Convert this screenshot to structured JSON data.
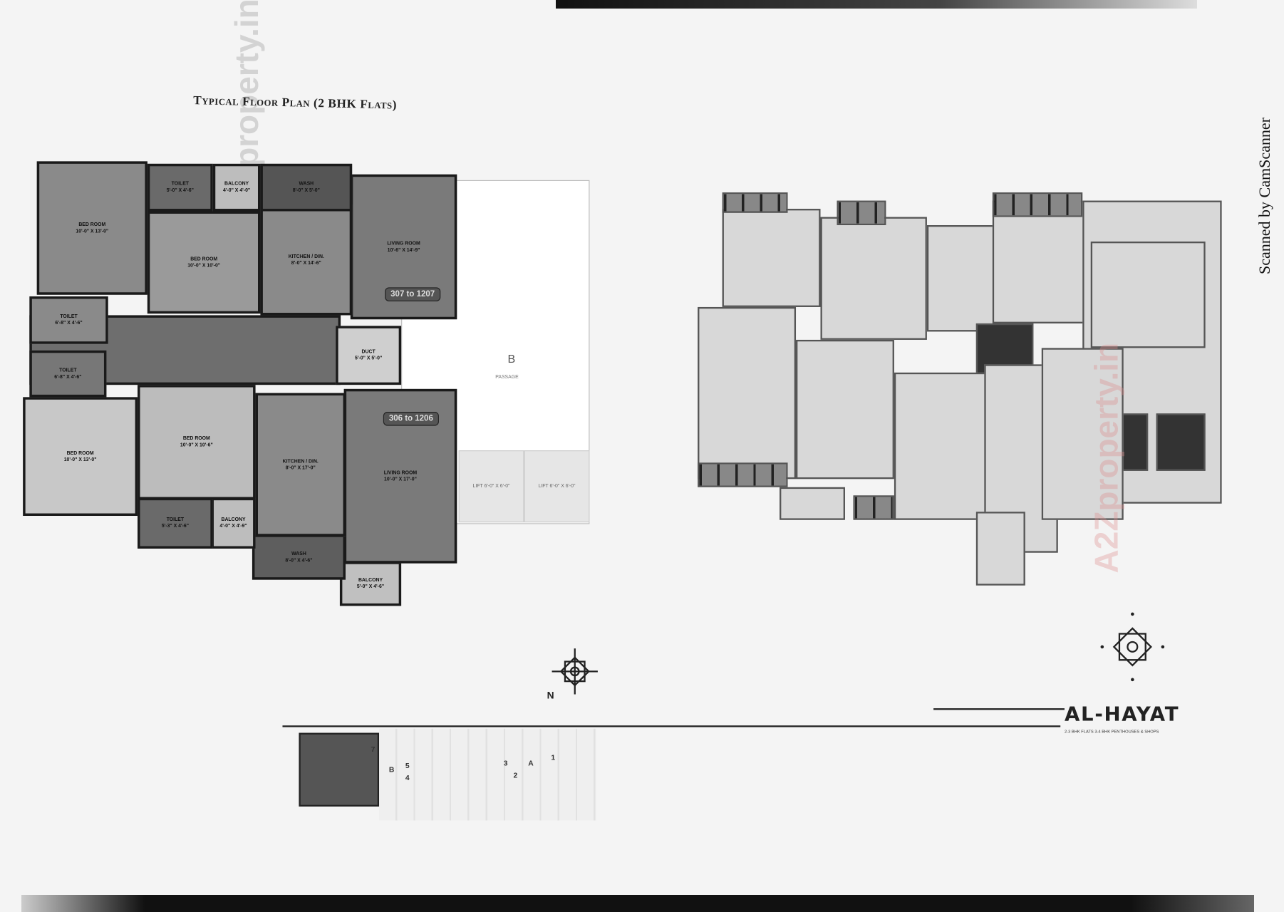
{
  "title": "Typical Floor Plan (2 BHK Flats)",
  "floor_plan": {
    "rooms": [
      {
        "name": "BED ROOM",
        "dims": "10'-0\" X 13'-0\""
      },
      {
        "name": "TOILET",
        "dims": "5'-0\" X 4'-6\""
      },
      {
        "name": "BALCONY",
        "dims": "4'-0\" X 4'-0\""
      },
      {
        "name": "WASH",
        "dims": "8'-0\" X 5'-0\""
      },
      {
        "name": "BED ROOM",
        "dims": "10'-0\" X 10'-0\""
      },
      {
        "name": "KITCHEN / DIN.",
        "dims": "8'-0\" X 14'-6\""
      },
      {
        "name": "LIVING ROOM",
        "dims": "10'-6\" X 14'-9\""
      },
      {
        "name": "TOILET",
        "dims": "6'-8\" X 4'-6\""
      },
      {
        "name": "DUCT",
        "dims": "5'-0\" X 5'-0\""
      },
      {
        "name": "TOILET",
        "dims": "6'-8\" X 4'-6\""
      },
      {
        "name": "BED ROOM",
        "dims": "10'-0\" X 13'-0\""
      },
      {
        "name": "BED ROOM",
        "dims": "10'-0\" X 10'-6\""
      },
      {
        "name": "TOILET",
        "dims": "5'-3\" X 4'-6\""
      },
      {
        "name": "BALCONY",
        "dims": "4'-0\" X 4'-9\""
      },
      {
        "name": "KITCHEN / DIN.",
        "dims": "8'-0\" X 17'-0\""
      },
      {
        "name": "WASH",
        "dims": "8'-0\" X 4'-6\""
      },
      {
        "name": "LIVING ROOM",
        "dims": "10'-0\" X 17'-0\""
      },
      {
        "name": "BALCONY",
        "dims": "5'-0\" X 4'-6\""
      }
    ],
    "unit_top_badge": "307 to 1207",
    "unit_bottom_badge": "306 to 1206",
    "passage_letter": "B",
    "passage_label": "PASSAGE",
    "lifts": [
      {
        "name": "LIFT",
        "dims": "6'-0\" X 6'-0\""
      },
      {
        "name": "LIFT",
        "dims": "6'-0\" X 6'-0\""
      }
    ]
  },
  "compass": {
    "north_label": "N",
    "icon": "compass-rose-icon"
  },
  "key_plan": {
    "labels": [
      "7",
      "B",
      "5",
      "4",
      "3",
      "2",
      "A",
      "1"
    ]
  },
  "brand": {
    "name": "AL-HAYAT",
    "tagline": "2-3 BHK FLATS  3-4 BHK PENTHOUSES & SHOPS",
    "logo_icon": "eight-point-star-icon"
  },
  "watermark": "A2Zproperty.in",
  "scanner_mark": "Scanned by CamScanner"
}
